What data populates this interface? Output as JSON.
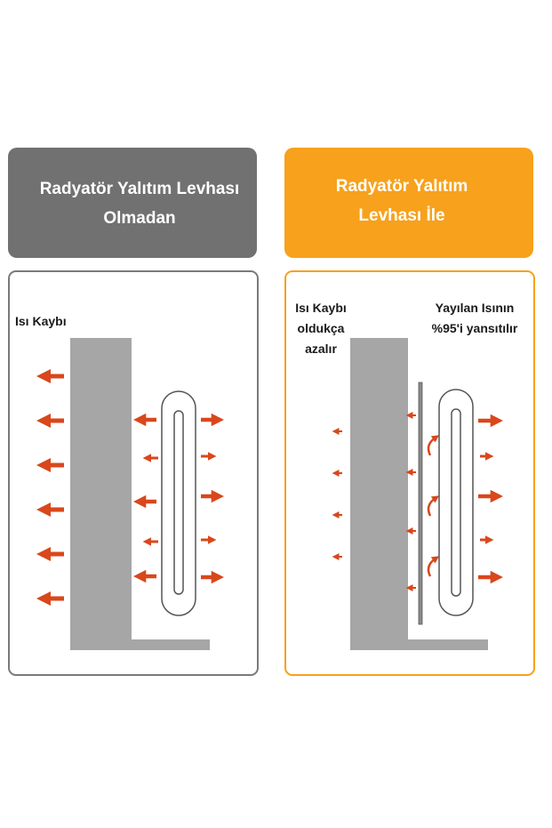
{
  "left": {
    "header": [
      "Radyatör Yalıtım Levhası",
      "Olmadan"
    ],
    "heat_loss_label": "Isı Kaybı"
  },
  "right": {
    "header": [
      "Radyatör Yalıtım",
      "Levhası İle"
    ],
    "heat_loss_label": [
      "Isı Kaybı",
      "oldukça",
      "azalır"
    ],
    "reflect_label": [
      "Yayılan Isının",
      "%95'i yansıtılır"
    ]
  },
  "colors": {
    "left_header": "#717171",
    "right_header": "#f7a11c",
    "arrow": "#d9471c",
    "wall": "#a6a6a6"
  },
  "icons": [
    "heat-arrow-icon",
    "reflect-arrow-icon",
    "radiator-icon",
    "wall-icon",
    "insulation-panel-icon"
  ]
}
